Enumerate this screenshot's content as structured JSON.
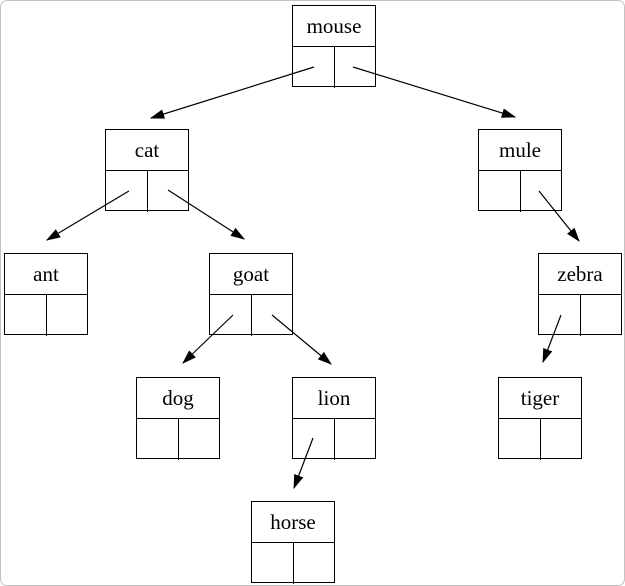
{
  "diagram": {
    "type": "binary-tree",
    "nodes": [
      {
        "id": "mouse",
        "label": "mouse"
      },
      {
        "id": "cat",
        "label": "cat"
      },
      {
        "id": "mule",
        "label": "mule"
      },
      {
        "id": "ant",
        "label": "ant"
      },
      {
        "id": "goat",
        "label": "goat"
      },
      {
        "id": "zebra",
        "label": "zebra"
      },
      {
        "id": "dog",
        "label": "dog"
      },
      {
        "id": "lion",
        "label": "lion"
      },
      {
        "id": "tiger",
        "label": "tiger"
      },
      {
        "id": "horse",
        "label": "horse"
      }
    ],
    "edges": [
      {
        "from": "mouse",
        "pointer": "left",
        "to": "cat"
      },
      {
        "from": "mouse",
        "pointer": "right",
        "to": "mule"
      },
      {
        "from": "cat",
        "pointer": "left",
        "to": "ant"
      },
      {
        "from": "cat",
        "pointer": "right",
        "to": "goat"
      },
      {
        "from": "goat",
        "pointer": "left",
        "to": "dog"
      },
      {
        "from": "goat",
        "pointer": "right",
        "to": "lion"
      },
      {
        "from": "mule",
        "pointer": "right",
        "to": "zebra"
      },
      {
        "from": "zebra",
        "pointer": "left",
        "to": "tiger"
      },
      {
        "from": "lion",
        "pointer": "left",
        "to": "horse"
      }
    ],
    "colors": {
      "line": "#000000",
      "background": "#ffffff",
      "page_border": "#c3c3c3"
    }
  }
}
